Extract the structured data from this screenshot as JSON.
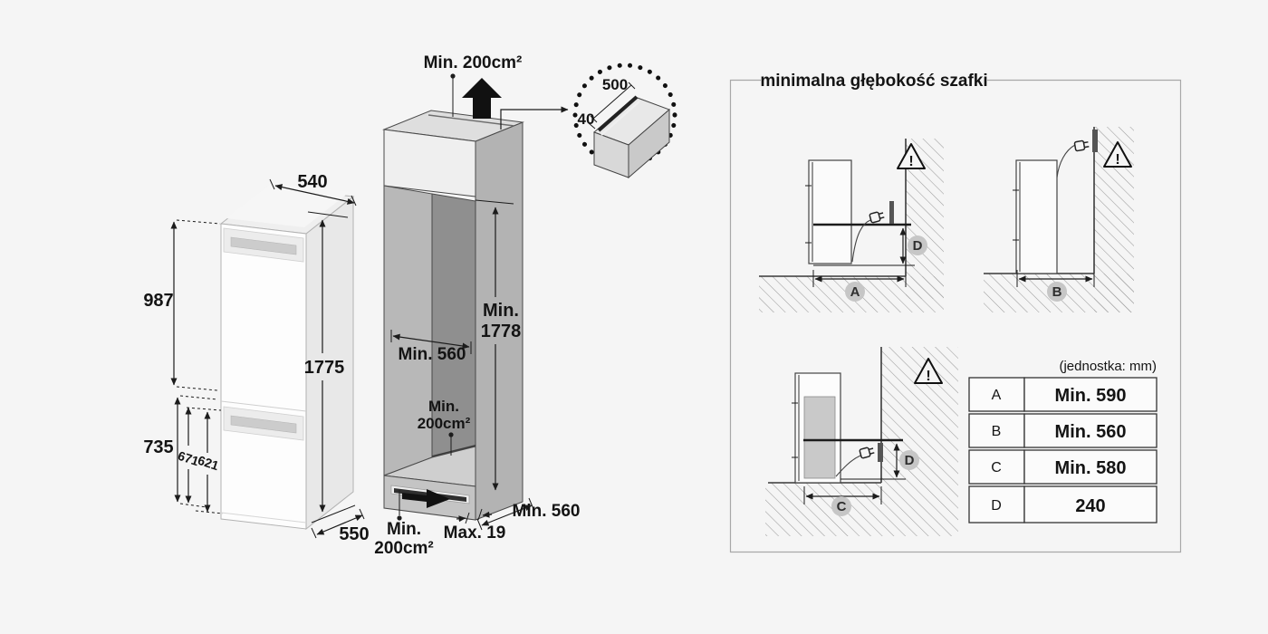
{
  "diagram": {
    "fridge": {
      "width": "540",
      "upper_height": "987",
      "height": "1775",
      "lower_height": "735",
      "recess_height_outer": "671",
      "recess_height_inner": "621",
      "depth": "550"
    },
    "cabinet": {
      "top_vent": "Min. 200cm²",
      "inner_width": "Min. 560",
      "inner_height_l1": "Min.",
      "inner_height_l2": "1778",
      "rear_vent_l1": "Min.",
      "rear_vent_l2": "200cm²",
      "bottom_vent_l1": "Min.",
      "bottom_vent_l2": "200cm²",
      "plinth": "Max. 19",
      "depth": "Min. 560",
      "detail_slot_length": "500",
      "detail_slot_width": "40"
    },
    "panel": {
      "title": "minimalna głębokość szafki",
      "unit_note": "(jednostka: mm)",
      "warning": "!",
      "labels": {
        "A": "A",
        "B": "B",
        "C": "C",
        "D": "D"
      },
      "table": {
        "rows": [
          {
            "label": "A",
            "value": "Min. 590"
          },
          {
            "label": "B",
            "value": "Min. 560"
          },
          {
            "label": "C",
            "value": "Min. 580"
          },
          {
            "label": "D",
            "value": "240"
          }
        ]
      }
    },
    "colors": {
      "background": "#f5f5f5",
      "line": "#1c1c1c",
      "cabinet_side": "#b3b3b3",
      "cabinet_back": "#8f8f8f",
      "badge": "#c6c6c6"
    }
  }
}
